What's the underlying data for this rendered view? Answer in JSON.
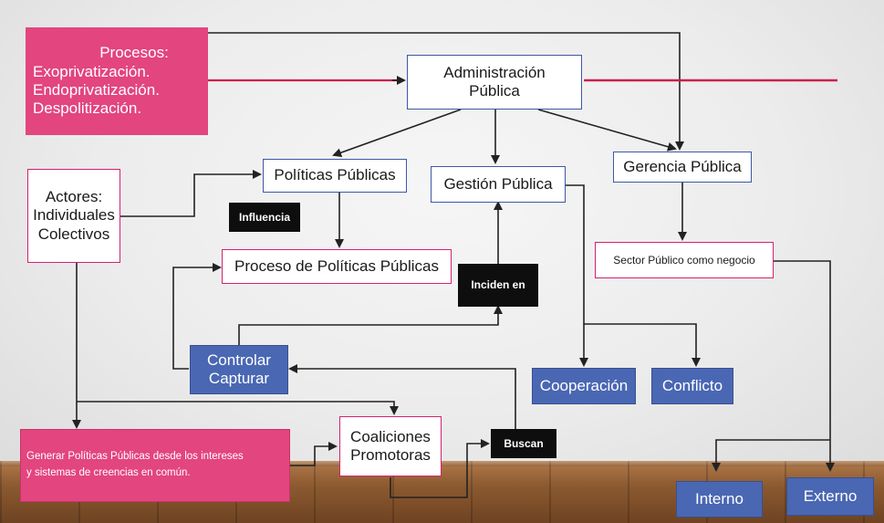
{
  "processes": {
    "title": "Procesos:",
    "lines": [
      "Exoprivatización.",
      "Endoprivatización.",
      "Despolitización."
    ]
  },
  "admin": {
    "lines": [
      "Administración",
      "Pública"
    ]
  },
  "actors": {
    "lines": [
      "Actores:",
      "Individuales",
      "Colectivos"
    ]
  },
  "policies": "Políticas Públicas",
  "management": "Gestión Pública",
  "public_management": "Gerencia Pública",
  "influence": "Influencia",
  "policy_process": "Proceso de Políticas Públicas",
  "impact": "Inciden en",
  "business": "Sector Público como negocio",
  "control": {
    "lines": [
      "Controlar",
      "Capturar"
    ]
  },
  "cooperation": "Cooperación",
  "conflict": "Conflicto",
  "generate": {
    "lines": [
      "Generar Políticas Públicas desde los intereses",
      "y sistemas de creencias en común."
    ]
  },
  "coalitions": {
    "lines": [
      "Coaliciones",
      "Promotoras"
    ]
  },
  "seek": "Buscan",
  "internal": "Interno",
  "external": "Externo",
  "colors": {
    "pink": "#e3457e",
    "blue": "#4a67b3",
    "border_blue": "#3d57a8",
    "border_pink": "#d4226f",
    "line": "#222222",
    "accent_line": "#cc1f4e"
  }
}
